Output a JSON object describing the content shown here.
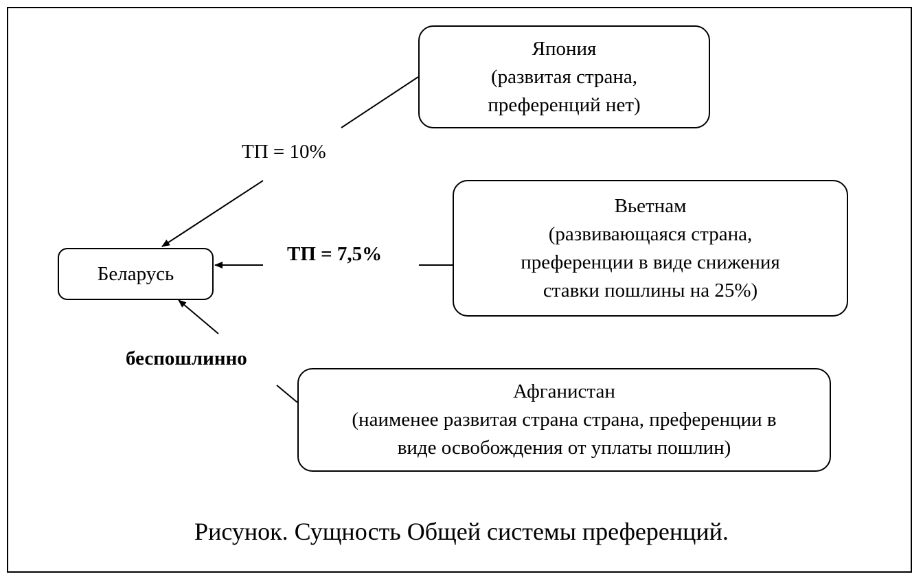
{
  "diagram": {
    "center_node": {
      "label": "Беларусь"
    },
    "nodes": [
      {
        "id": "japan",
        "lines": [
          "Япония",
          "(развитая страна,",
          "преференций нет)"
        ],
        "edge_label": "ТП = 10%",
        "edge_label_bold": false
      },
      {
        "id": "vietnam",
        "lines": [
          "Вьетнам",
          "(развивающаяся страна,",
          "преференции в виде снижения",
          "ставки пошлины на 25%)"
        ],
        "edge_label": "ТП = 7,5%",
        "edge_label_bold": true
      },
      {
        "id": "afghanistan",
        "lines": [
          "Афганистан",
          "(наименее развитая страна страна, преференции в",
          "виде освобождения от уплаты пошлин)"
        ],
        "edge_label": "беспошлинно",
        "edge_label_bold": true
      }
    ],
    "caption": "Рисунок. Сущность Общей системы преференций.",
    "colors": {
      "stroke": "#000000",
      "background": "#ffffff"
    }
  }
}
